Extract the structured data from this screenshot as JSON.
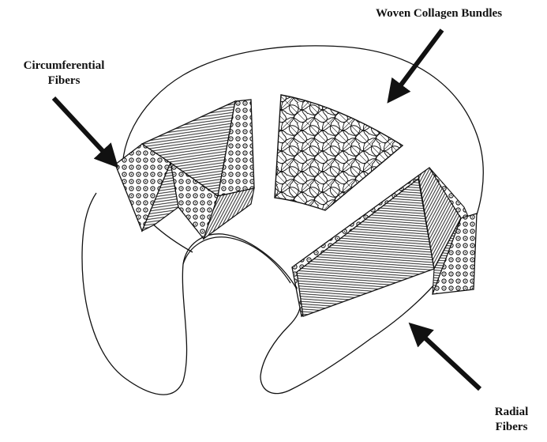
{
  "labels": {
    "woven": "Woven Collagen Bundles",
    "circumferential_line1": "Circumferential",
    "circumferential_line2": "Fibers",
    "radial_line1": "Radial",
    "radial_line2": "Fibers"
  },
  "colors": {
    "ink": "#111111",
    "background": "#ffffff"
  }
}
